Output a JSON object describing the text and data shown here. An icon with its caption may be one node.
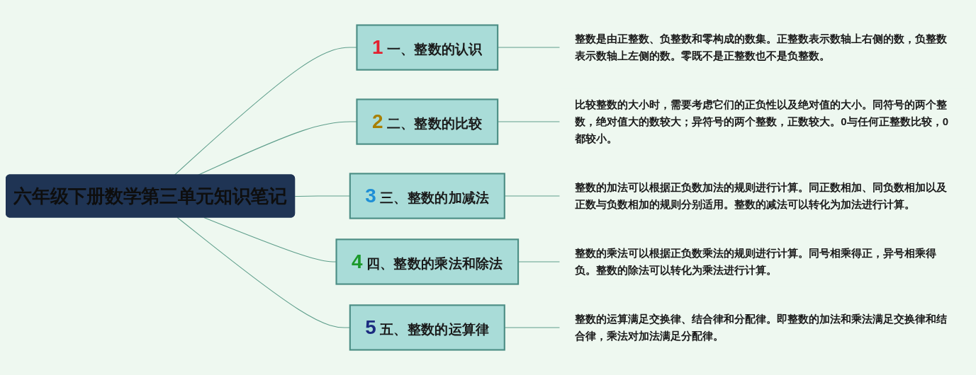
{
  "diagram": {
    "nodes": [
      {
        "text": [
          "六年级下册数学第三单元知识笔记"
        ]
      },
      {
        "text": [
          "1",
          "一、整数的认识"
        ]
      },
      {
        "text": [
          "整数是由正整数、负整数和零构成的数集。正整数表示数轴上右侧的数，负整数表示数轴上左侧的数。零既不是正整数也不是负整数。"
        ]
      },
      {
        "text": [
          "2",
          "二、整数的比较"
        ]
      },
      {
        "text": [
          "比较整数的大小时，需要考虑它们的正负性以及绝对值的大小。同符号的两个整数，绝对值大的数较大；异符号的两个整数，正数较大。0与任何正整数比较，0都较小。"
        ]
      },
      {
        "text": [
          "3",
          "三、整数的加减法"
        ]
      },
      {
        "text": [
          "整数的加法可以根据正负数加法的规则进行计算。同正数相加、同负数相加以及正数与负数相加的规则分别适用。整数的减法可以转化为加法进行计算。"
        ]
      },
      {
        "text": [
          "4",
          "四、整数的乘法和除法"
        ]
      },
      {
        "text": [
          "整数的乘法可以根据正负数乘法的规则进行计算。同号相乘得正，异号相乘得负。整数的除法可以转化为乘法进行计算。"
        ]
      },
      {
        "text": [
          "5",
          "五、整数的运算律"
        ]
      },
      {
        "text": [
          "整数的运算满足交换律、结合律和分配律。即整数的加法和乘法满足交换律和结合律，乘法对加法满足分配律。"
        ]
      }
    ],
    "edges": [
      {
        "from": 0,
        "to": 1,
        "arrow": "none"
      },
      {
        "from": 1,
        "to": 2,
        "arrow": "none"
      },
      {
        "from": 0,
        "to": 3,
        "arrow": "none"
      },
      {
        "from": 3,
        "to": 4,
        "arrow": "none"
      },
      {
        "from": 0,
        "to": 5,
        "arrow": "none"
      },
      {
        "from": 5,
        "to": 6,
        "arrow": "none"
      },
      {
        "from": 0,
        "to": 7,
        "arrow": "none"
      },
      {
        "from": 7,
        "to": 8,
        "arrow": "none"
      },
      {
        "from": 0,
        "to": 9,
        "arrow": "none"
      },
      {
        "from": 9,
        "to": 10,
        "arrow": "none"
      }
    ]
  }
}
